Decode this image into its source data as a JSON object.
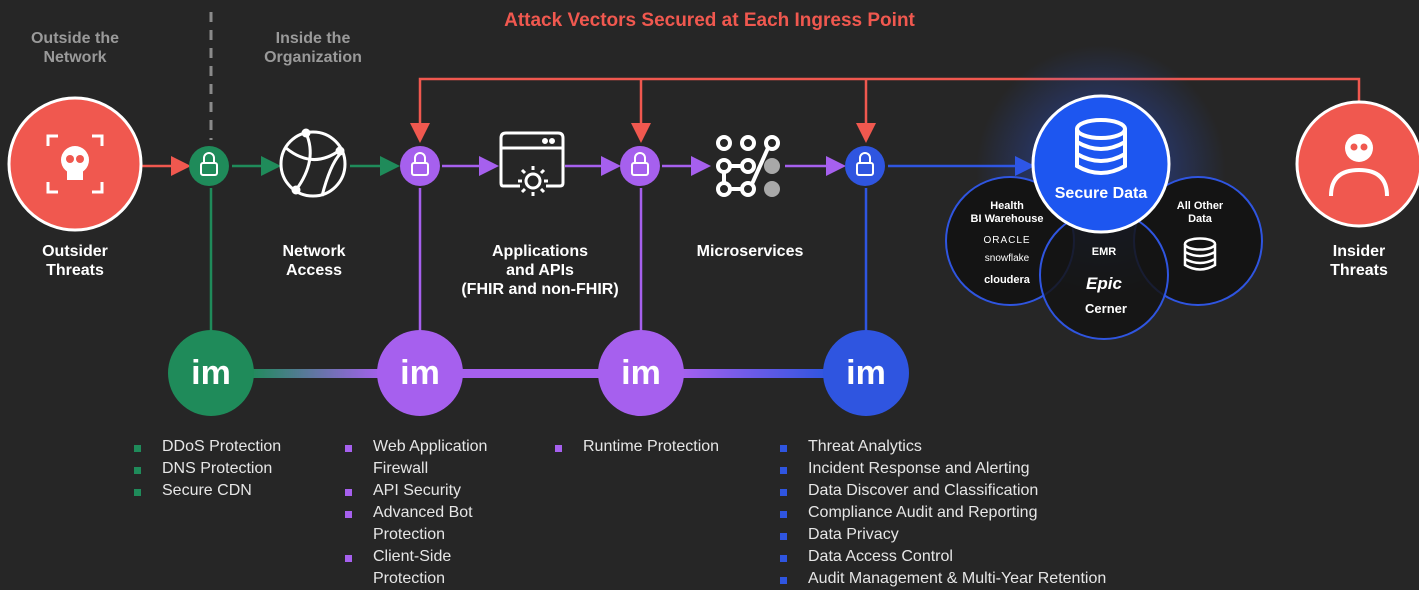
{
  "title": "Attack Vectors Secured at Each Ingress Point",
  "zones": {
    "outside": "Outside the\nNetwork",
    "inside": "Inside the\nOrganization"
  },
  "nodes": {
    "outsider": "Outsider\nThreats",
    "network": "Network\nAccess",
    "apps": "Applications\nand APIs\n(FHIR and non-FHIR)",
    "micro": "Microservices",
    "insider": "Insider\nThreats"
  },
  "secure_data": {
    "title": "Secure Data",
    "left": {
      "label": "Health\nBI Warehouse",
      "brands": [
        "ORACLE",
        "snowflake",
        "cloudera"
      ]
    },
    "middle": {
      "label": "EMR",
      "brands": [
        "Epic",
        "Cerner"
      ]
    },
    "right": {
      "label": "All Other\nData"
    }
  },
  "hub_logo": "im",
  "colors": {
    "red": "#f0584f",
    "green": "#1f8b5a",
    "purple": "#a660ee",
    "blue": "#2f55e0"
  },
  "features": {
    "network": [
      "DDoS Protection",
      "DNS Protection",
      "Secure CDN"
    ],
    "apps": [
      "Web Application Firewall",
      "API Security",
      "Advanced Bot Protection",
      "Client-Side Protection"
    ],
    "micro": [
      "Runtime Protection"
    ],
    "data": [
      "Threat Analytics",
      "Incident Response and Alerting",
      "Data Discover and Classification",
      "Compliance Audit and Reporting",
      "Data Privacy",
      "Data Access Control",
      "Audit Management & Multi-Year Retention"
    ]
  }
}
